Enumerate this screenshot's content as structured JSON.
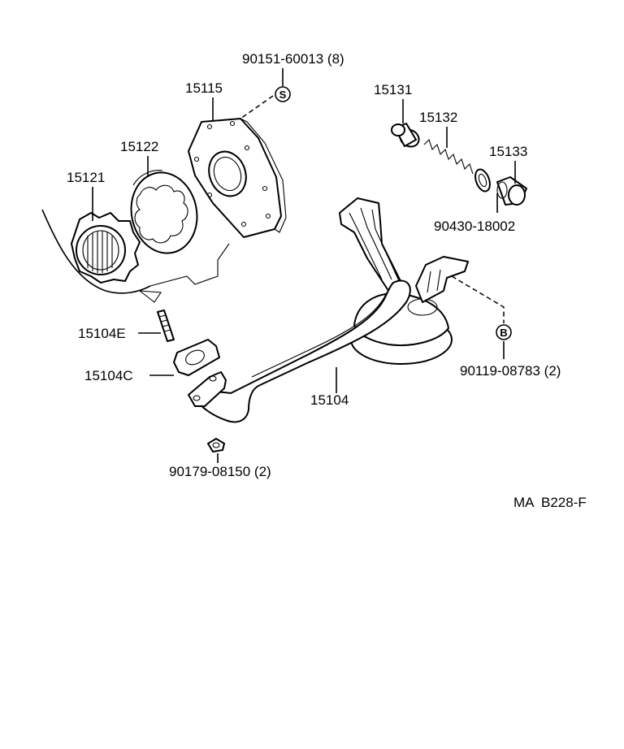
{
  "diagram": {
    "labels": {
      "bolt_pump_cover": "90151-60013 (8)",
      "pump_cover": "15115",
      "driven_rotor": "15122",
      "drive_rotor": "15121",
      "relief_plug": "15131",
      "relief_spring": "15132",
      "relief_valve": "15133",
      "gasket_plug": "90430-18002",
      "stud": "15104E",
      "gasket": "15104C",
      "strainer": "15104",
      "bolt_bracket": "90119-08783 (2)",
      "nut": "90179-08150 (2)",
      "figure_code": "MA  B228-F"
    },
    "symbols": {
      "s_mark": "S",
      "b_mark": "B"
    }
  }
}
